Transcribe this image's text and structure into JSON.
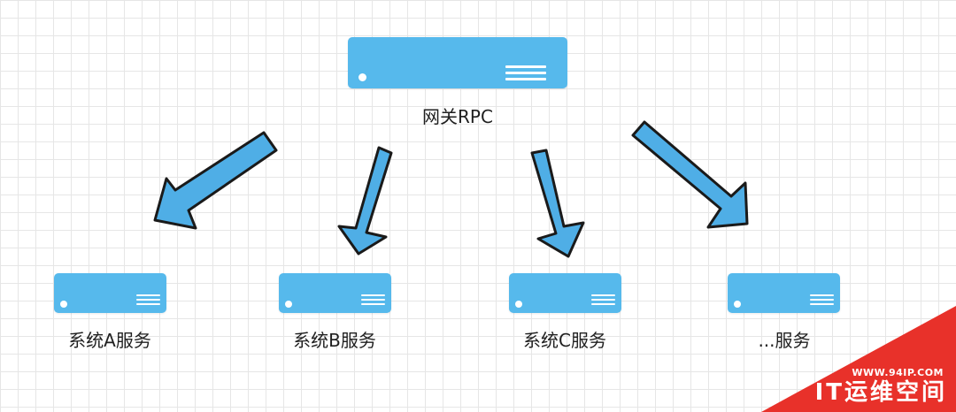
{
  "diagram": {
    "gateway": {
      "label": "网关RPC"
    },
    "services": [
      {
        "label": "系统A服务"
      },
      {
        "label": "系统B服务"
      },
      {
        "label": "系统C服务"
      },
      {
        "label": "...服务"
      }
    ]
  },
  "watermark": {
    "url": "WWW.94IP.COM",
    "name": "IT运维空间"
  },
  "colors": {
    "server": "#56b9ec",
    "arrow_fill": "#4faee6",
    "arrow_stroke": "#1a1a1a",
    "watermark": "#e8312a"
  }
}
